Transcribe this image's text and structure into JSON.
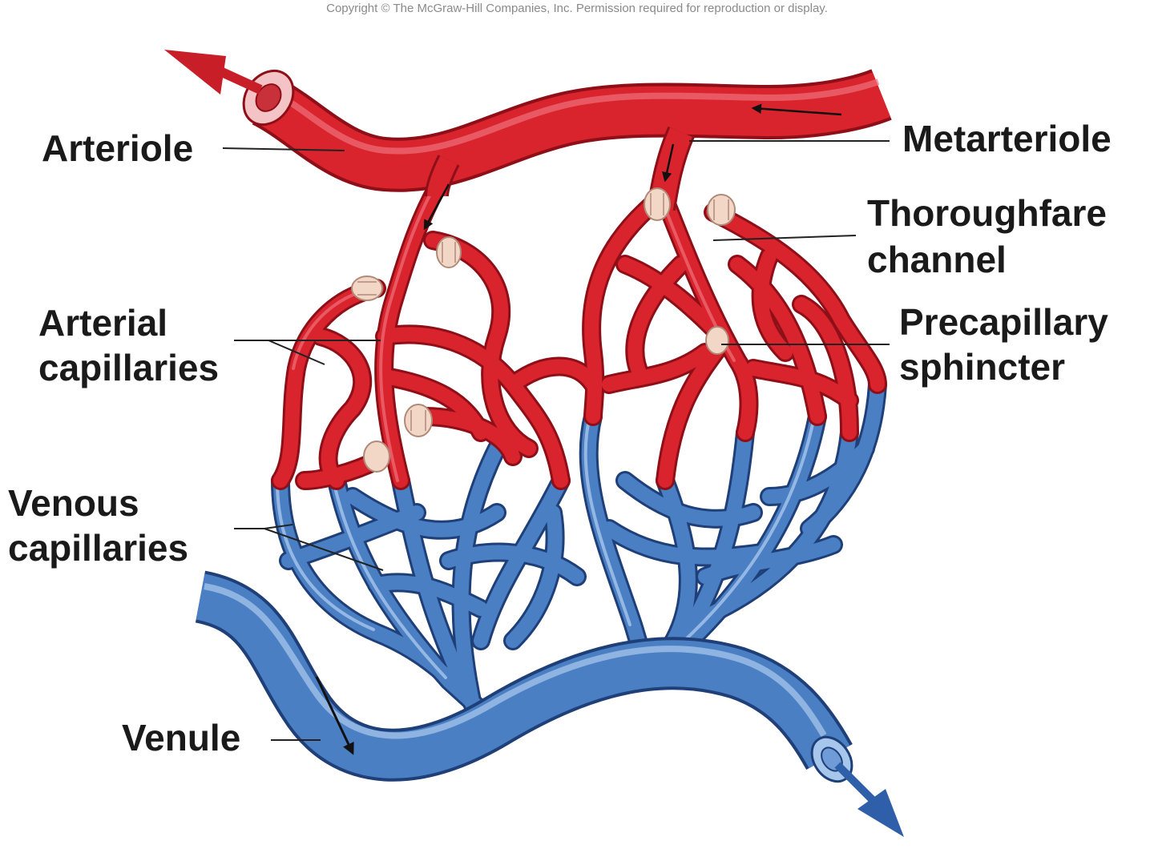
{
  "copyright": "Copyright © The McGraw-Hill Companies, Inc. Permission required for reproduction or display.",
  "labels": {
    "arteriole": "Arteriole",
    "metarteriole": "Metarteriole",
    "thoroughfare_1": "Thoroughfare",
    "thoroughfare_2": "channel",
    "precapillary_1": "Precapillary",
    "precapillary_2": "sphincter",
    "arterial_1": "Arterial",
    "arterial_2": "capillaries",
    "venous_1": "Venous",
    "venous_2": "capillaries",
    "venule": "Venule"
  },
  "colors": {
    "artery": "#d9232d",
    "artery_dark": "#8e0f17",
    "artery_light": "#f0707a",
    "vein": "#4a7fc4",
    "vein_dark": "#1f3f78",
    "vein_light": "#a7c6ec",
    "sphincter": "#f3d7c6",
    "sphincter_dark": "#b08a78",
    "leader": "#222222"
  }
}
